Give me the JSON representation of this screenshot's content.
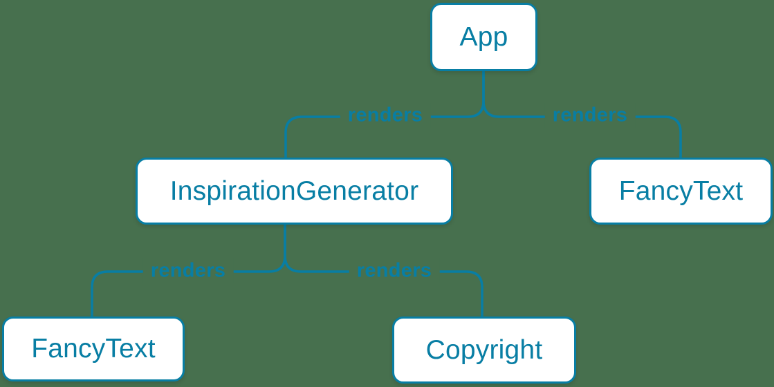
{
  "colors": {
    "bg": "#47704e",
    "accent": "#087ea4",
    "node-fill": "#ffffff"
  },
  "diagram": {
    "type": "component-render-tree",
    "nodes": [
      {
        "id": "app",
        "label": "App"
      },
      {
        "id": "inspiration-generator",
        "label": "InspirationGenerator"
      },
      {
        "id": "fancy-text-top",
        "label": "FancyText"
      },
      {
        "id": "fancy-text-bottom",
        "label": "FancyText"
      },
      {
        "id": "copyright",
        "label": "Copyright"
      }
    ],
    "edges": [
      {
        "from": "App",
        "to": "InspirationGenerator",
        "label": "renders"
      },
      {
        "from": "App",
        "to": "FancyText",
        "label": "renders"
      },
      {
        "from": "InspirationGenerator",
        "to": "FancyText",
        "label": "renders"
      },
      {
        "from": "InspirationGenerator",
        "to": "Copyright",
        "label": "renders"
      }
    ]
  }
}
